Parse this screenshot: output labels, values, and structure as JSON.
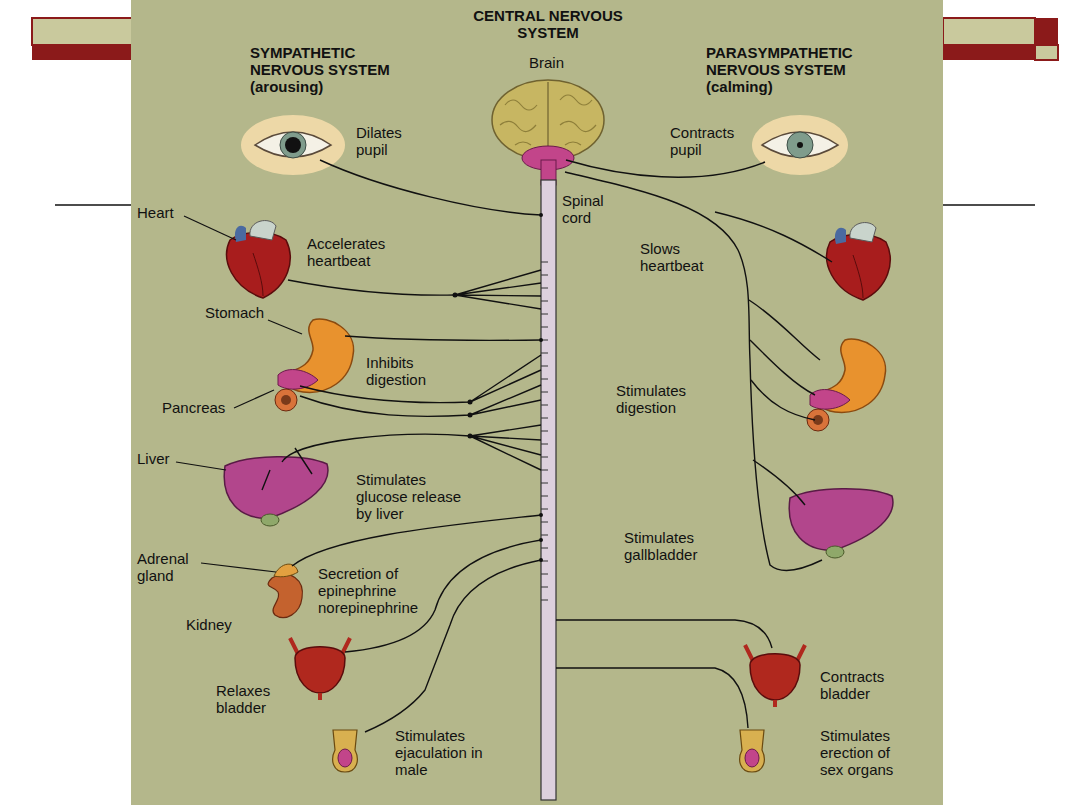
{
  "diagram": {
    "title": "CENTRAL NERVOUS SYSTEM",
    "labels": [
      "SYMPATHETIC NERVOUS SYSTEM (arousing)",
      "PARASYMPATHETIC NERVOUS SYSTEM (calming)",
      "Brain",
      "Dilates pupil",
      "Contracts pupil",
      "Spinal cord",
      "Heart",
      "Accelerates heartbeat",
      "Slows heartbeat",
      "Stomach",
      "Inhibits digestion",
      "Pancreas",
      "Stimulates digestion",
      "Liver",
      "Stimulates glucose release by liver",
      "Stimulates gallbladder",
      "Adrenal gland",
      "Secretion of epinephrine norepinephrine",
      "Kidney",
      "Relaxes bladder",
      "Contracts bladder",
      "Stimulates ejaculation in male",
      "Stimulates erection of sex organs"
    ]
  }
}
